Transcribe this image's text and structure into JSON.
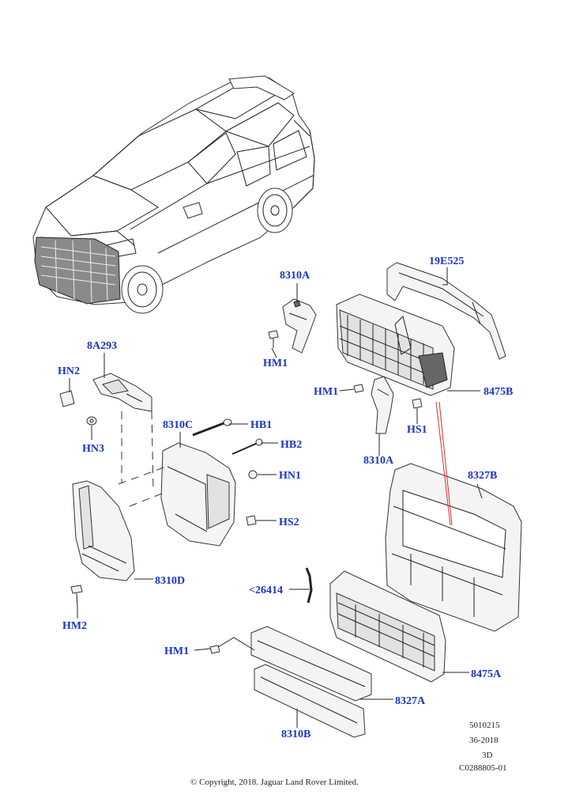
{
  "part_labels": {
    "19E525": "19E525",
    "8310A_top": "8310A",
    "HM1_top": "HM1",
    "8A293": "8A293",
    "HN2": "HN2",
    "HN3": "HN3",
    "HM1_mid": "HM1",
    "8475B": "8475B",
    "HS1": "HS1",
    "8310A_bottom": "8310A",
    "8310C": "8310C",
    "HB1": "HB1",
    "HB2": "HB2",
    "HN1": "HN1",
    "HS2": "HS2",
    "8327B": "8327B",
    "8310D": "8310D",
    "HM2": "HM2",
    "26414": "<26414",
    "HM1_bottom": "HM1",
    "8475A": "8475A",
    "8327A": "8327A",
    "8310B": "8310B"
  },
  "meta": {
    "code1": "5010215",
    "code2": "36-2018",
    "code3": "3D",
    "code4": "C0288805-01"
  },
  "copyright": "© Copyright, 2018. Jaguar Land Rover Limited."
}
